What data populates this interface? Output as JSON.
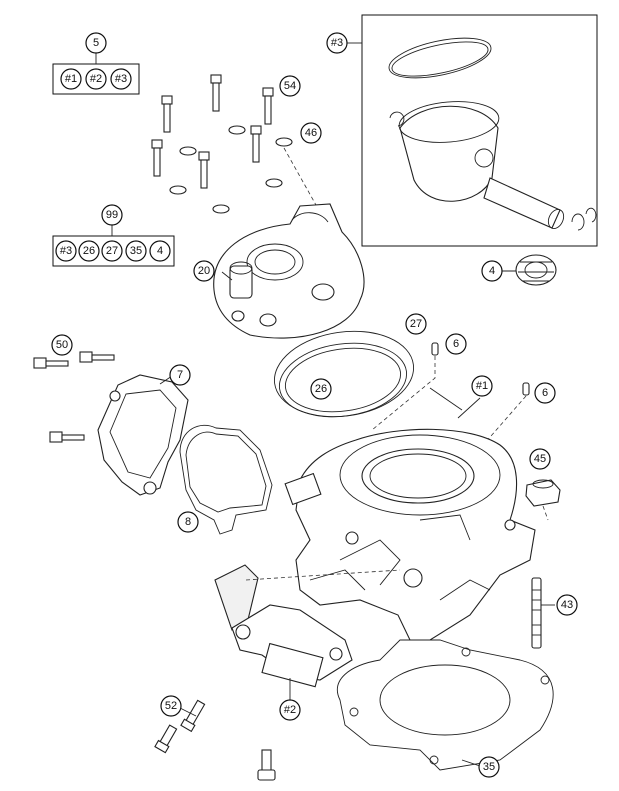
{
  "callouts": {
    "c5": "5",
    "c5_kit": [
      "#1",
      "#2",
      "#3"
    ],
    "c3": "#3",
    "c54": "54",
    "c46": "46",
    "c99": "99",
    "c99_kit": [
      "#3",
      "26",
      "27",
      "35",
      "4"
    ],
    "c20": "20",
    "c4": "4",
    "c27": "27",
    "c6a": "6",
    "c50": "50",
    "c7": "7",
    "c26": "26",
    "c1": "#1",
    "c6b": "6",
    "c45": "45",
    "c8": "8",
    "c43": "43",
    "c52": "52",
    "c2": "#2",
    "c35": "35"
  }
}
